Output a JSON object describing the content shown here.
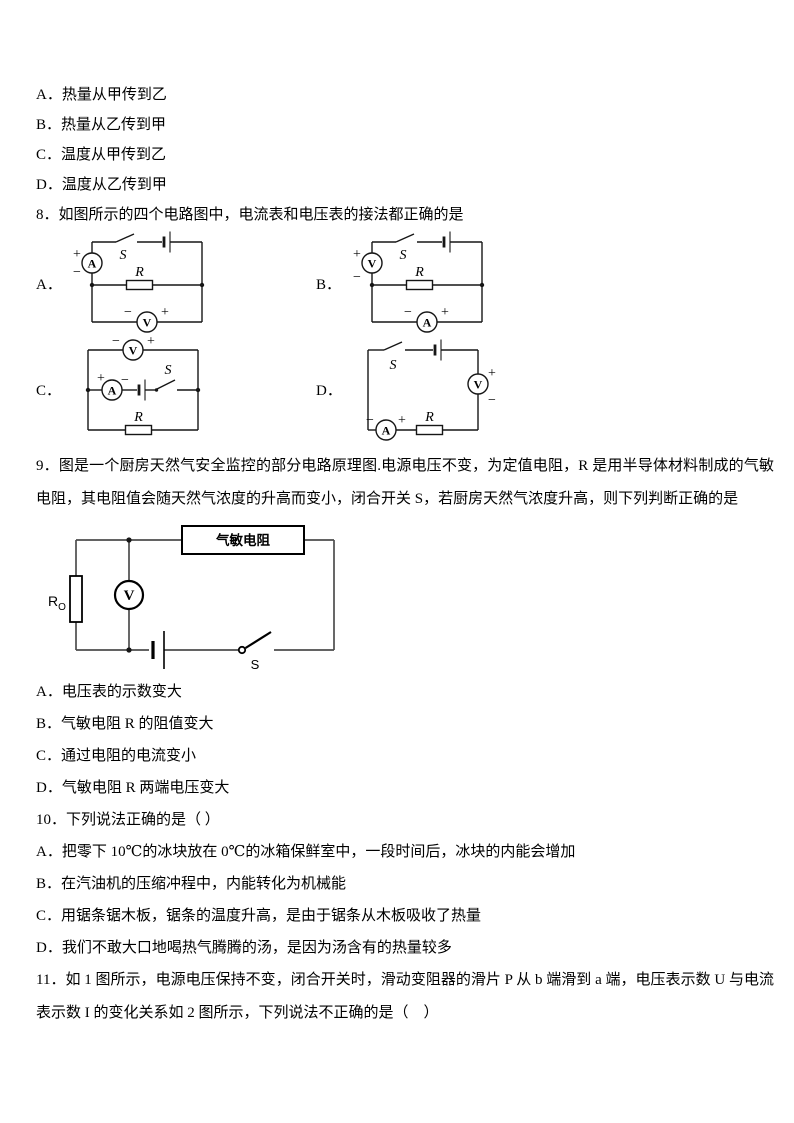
{
  "page": {
    "q7_options": [
      "A．热量从甲传到乙",
      "B．热量从乙传到甲",
      "C．温度从甲传到乙",
      "D．温度从乙传到甲"
    ],
    "q8": {
      "stem": "8．如图所示的四个电路图中，电流表和电压表的接法都正确的是",
      "circuit_labels": [
        "A．",
        "B．",
        "C．",
        "D．"
      ]
    },
    "sym": {
      "plus": "+",
      "minus": "−",
      "switch": "S",
      "resistor": "R",
      "ammeter": "A",
      "voltmeter": "V"
    },
    "q9": {
      "stem": "9．图是一个厨房天然气安全监控的部分电路原理图.电源电压不变，为定值电阻，R 是用半导体材料制成的气敏电阻，其电阻值会随天然气浓度的升高而变小，闭合开关 S，若厨房天然气浓度升高，则下列判断正确的是",
      "circuit": {
        "sensor": "气敏电阻",
        "r0": "R",
        "r0_sub": "O",
        "switch": "S",
        "voltmeter": "V"
      },
      "options": [
        "A．电压表的示数变大",
        "B．气敏电阻 R 的阻值变大",
        "C．通过电阻的电流变小",
        "D．气敏电阻 R 两端电压变大"
      ]
    },
    "q10": {
      "stem": "10．下列说法正确的是（ ）",
      "options": [
        "A．把零下 10℃的冰块放在 0℃的冰箱保鲜室中，一段时间后，冰块的内能会增加",
        "B．在汽油机的压缩冲程中，内能转化为机械能",
        "C．用锯条锯木板，锯条的温度升高，是由于锯条从木板吸收了热量",
        "D．我们不敢大口地喝热气腾腾的汤，是因为汤含有的热量较多"
      ]
    },
    "q11": {
      "stem": "11．如 1 图所示，电源电压保持不变，闭合开关时，滑动变阻器的滑片 P 从 b 端滑到 a 端，电压表示数 U 与电流表示数 I 的变化关系如 2 图所示，下列说法不正确的是（　）"
    }
  }
}
